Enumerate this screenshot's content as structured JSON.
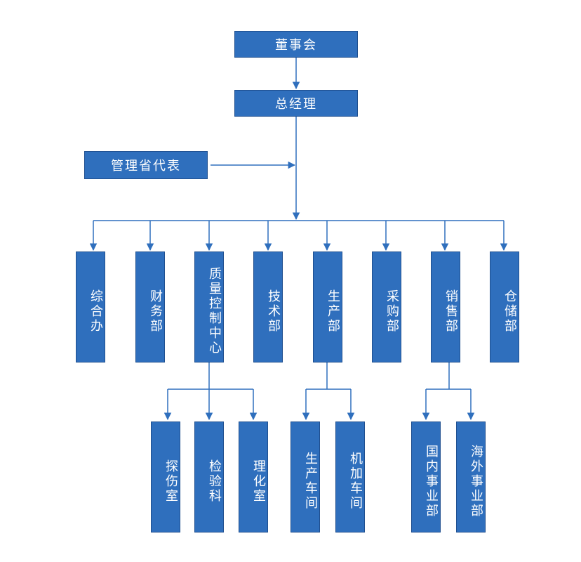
{
  "colors": {
    "box": "#2f6fbd",
    "line": "#2f6fbd",
    "text": "#ffffff"
  },
  "top": {
    "board": "董事会",
    "gm": "总经理",
    "rep": "管理省代表"
  },
  "departments": [
    "综合办",
    "财务部",
    "质量控制中心",
    "技术部",
    "生产部",
    "采购部",
    "销售部",
    "仓储部"
  ],
  "qc_children": [
    "探伤室",
    "检验科",
    "理化室"
  ],
  "prod_children": [
    "生产车间",
    "机加车间"
  ],
  "sales_children": [
    "国内事业部",
    "海外事业部"
  ]
}
